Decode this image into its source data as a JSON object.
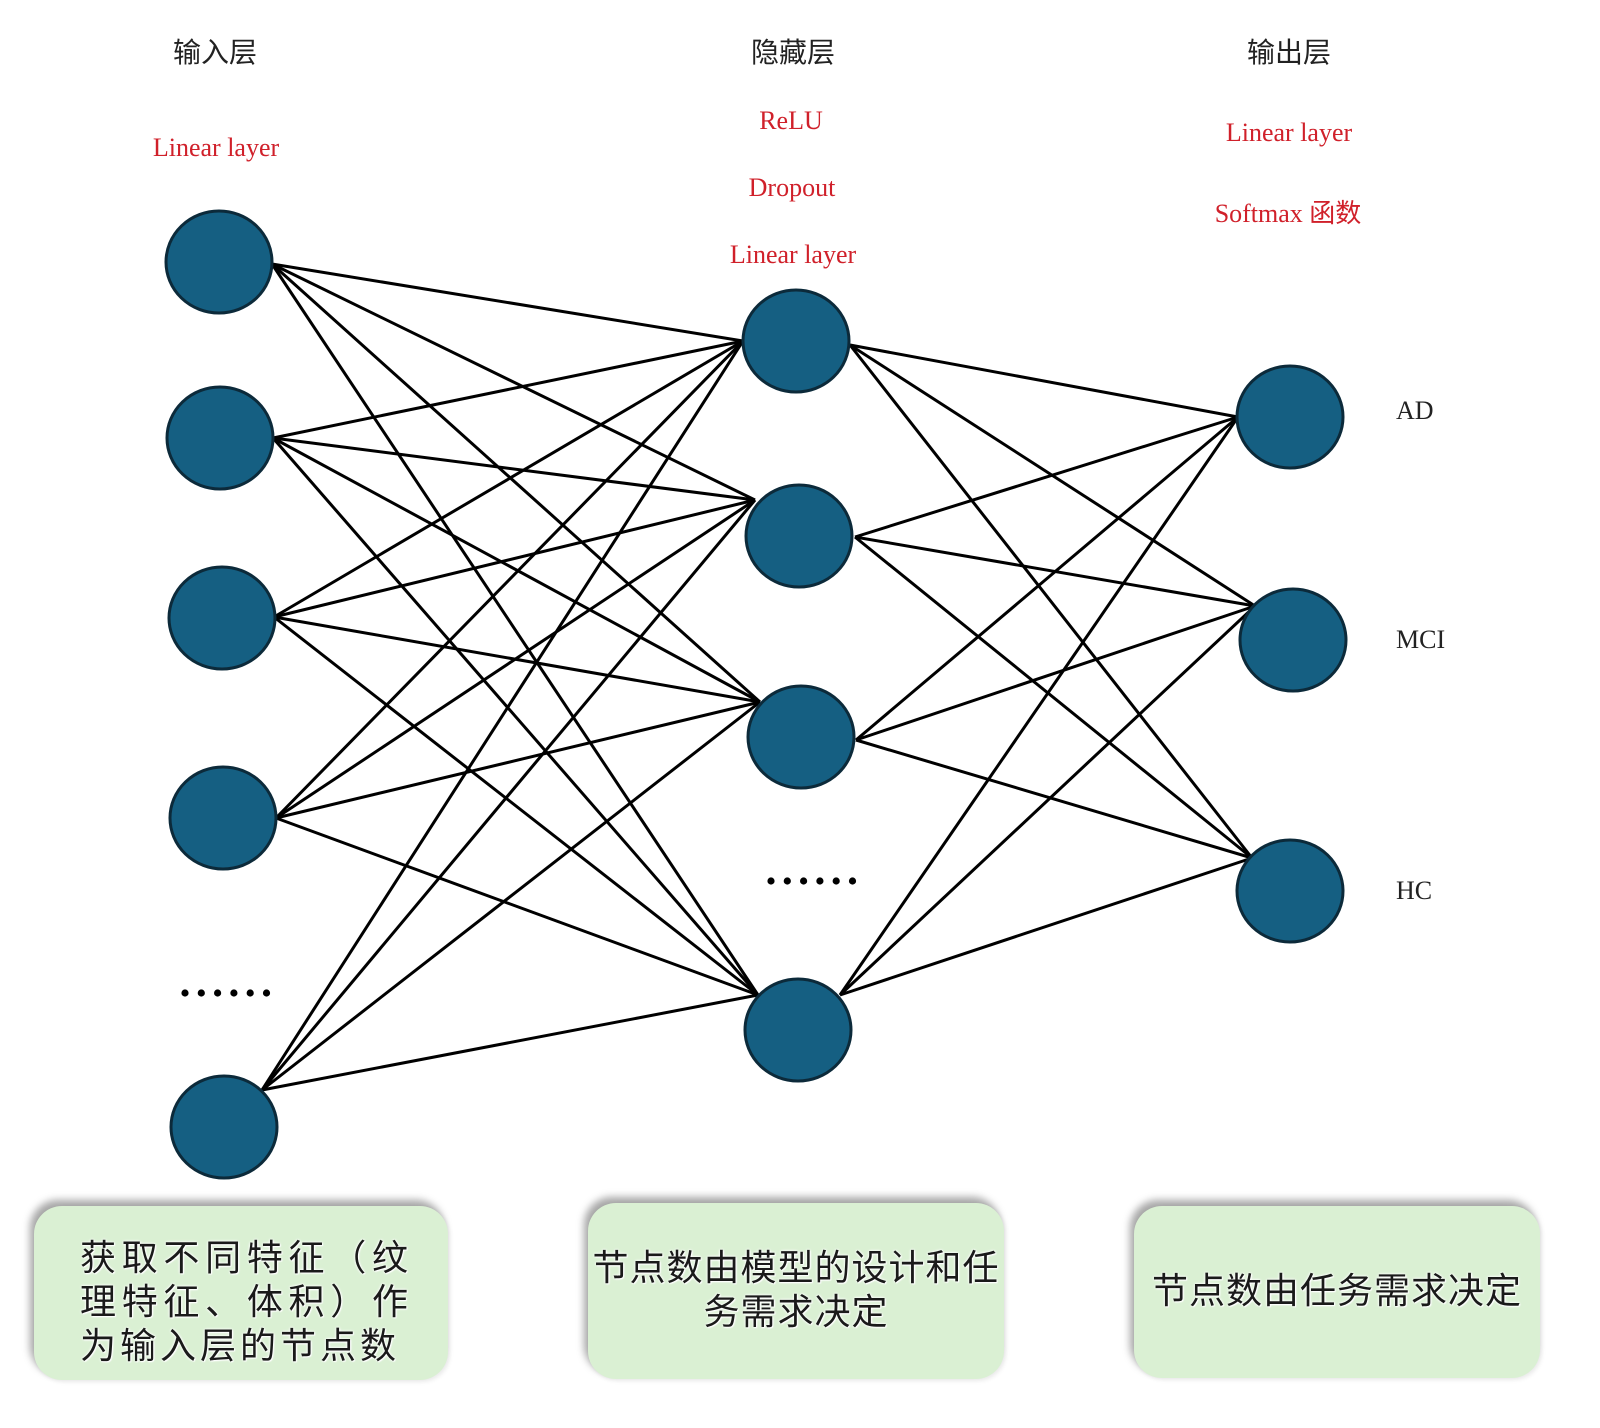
{
  "title": "Neural network architecture: input layer, hidden layer, output layer",
  "layers": [
    {
      "id": "input",
      "title": "输入层",
      "functions": [
        "Linear layer"
      ],
      "visible_nodes": 5,
      "has_ellipsis": true
    },
    {
      "id": "hidden",
      "title": "隐藏层",
      "functions": [
        "ReLU",
        "Dropout",
        "Linear layer"
      ],
      "visible_nodes": 4,
      "has_ellipsis": true
    },
    {
      "id": "output",
      "title": "输出层",
      "functions": [
        "Linear layer",
        "Softmax 函数"
      ],
      "visible_nodes": 3,
      "has_ellipsis": false
    }
  ],
  "output_classes": [
    "AD",
    "MCI",
    "HC"
  ],
  "connectivity": "fully-connected",
  "notes": {
    "input": "获取不同特征（纹理特征、体积）作为输入层的节点数",
    "hidden": "节点数由模型的设计和任务需求决定",
    "output": "节点数由任务需求决定"
  },
  "colors": {
    "node_fill": "#155f82",
    "function_text": "#d0202a",
    "note_background": "#daf0d3",
    "edge": "#000000"
  }
}
